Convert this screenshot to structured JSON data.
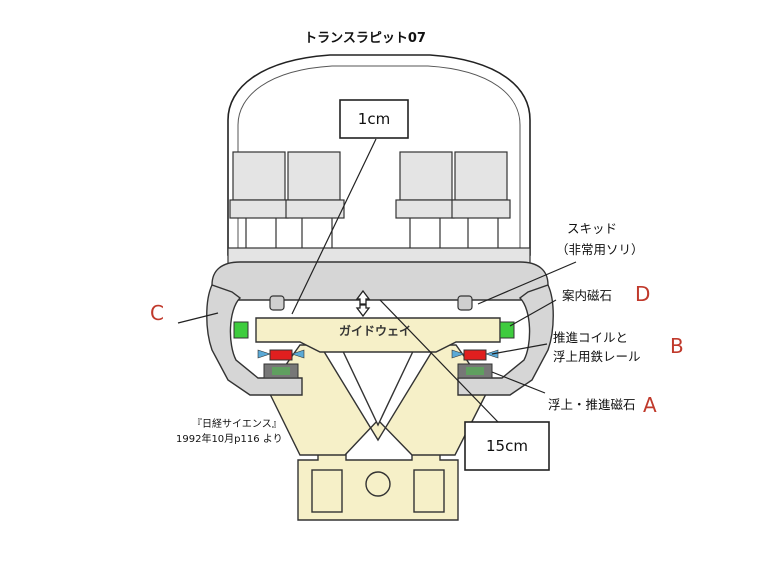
{
  "title": "トランスラピット07",
  "labels": {
    "skid_line1": "スキッド",
    "skid_line2": "（非常用ソリ）",
    "guide_magnet": "案内磁石",
    "coil_line1": "推進コイルと",
    "coil_line2": "浮上用鉄レール",
    "levitation_magnet": "浮上・推進磁石",
    "guideway": "ガイドウェイ"
  },
  "letters": {
    "a": "A",
    "b": "B",
    "c": "C",
    "d": "D"
  },
  "callouts": {
    "gap_small": "1cm",
    "gap_large": "15cm"
  },
  "source": {
    "line1": "『日経サイエンス』",
    "line2": "1992年10月p116 より"
  },
  "colors": {
    "letter_red": "#c0392b",
    "guideway_yellow": "#f6f0c8",
    "body_gray": "#d6d6d6",
    "magnet_green": "#3ecc3e",
    "coil_red": "#e01f1f"
  }
}
